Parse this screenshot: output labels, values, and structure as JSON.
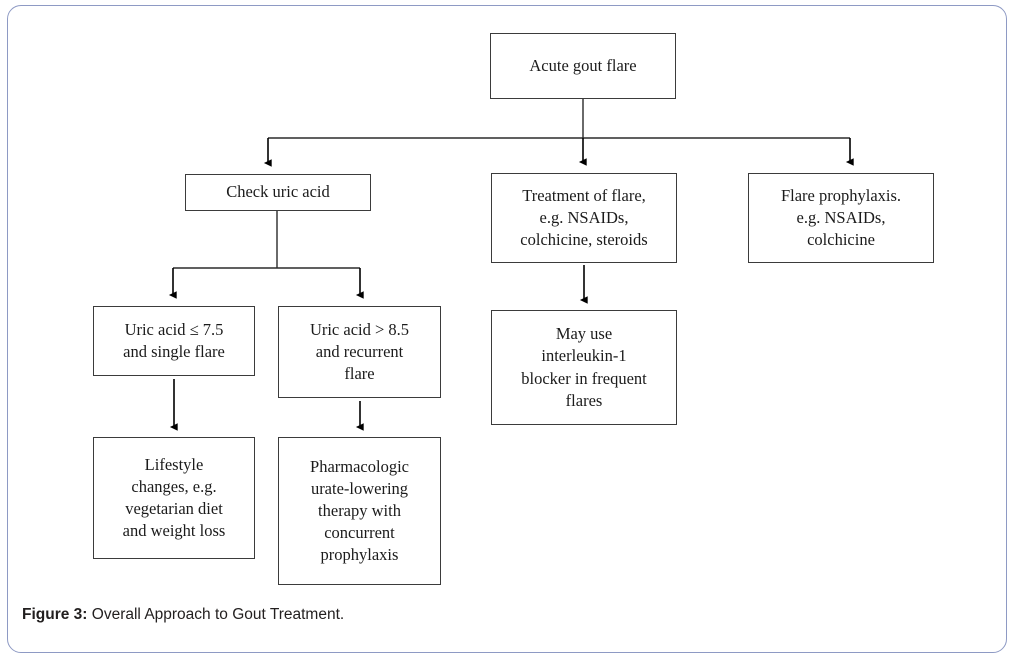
{
  "figure": {
    "caption_label": "Figure 3:",
    "caption_text": "Overall Approach to Gout Treatment.",
    "border_color": "#8e9ac4",
    "box_border_color": "#3b3b3b",
    "connector_color": "#000000"
  },
  "nodes": {
    "root": {
      "id": "acute-gout-flare",
      "lines": [
        "Acute gout flare"
      ]
    },
    "check_uric_acid": {
      "id": "check-uric-acid",
      "lines": [
        "Check uric acid"
      ]
    },
    "treatment_of_flare": {
      "id": "treatment-of-flare",
      "lines": [
        "Treatment of flare,",
        "e.g. NSAIDs,",
        "colchicine, steroids"
      ]
    },
    "flare_prophylaxis": {
      "id": "flare-prophylaxis",
      "lines": [
        "Flare prophylaxis.",
        "e.g. NSAIDs,",
        "colchicine"
      ]
    },
    "uric_acid_low": {
      "id": "uric-acid-low",
      "lines": [
        "Uric acid ≤ 7.5",
        "and single flare"
      ]
    },
    "uric_acid_high": {
      "id": "uric-acid-high",
      "lines": [
        "Uric acid > 8.5",
        "and recurrent",
        "flare"
      ]
    },
    "interleukin_blocker": {
      "id": "interleukin-1-blocker",
      "lines": [
        "May use",
        "interleukin-1",
        "blocker in frequent",
        "flares"
      ]
    },
    "lifestyle_changes": {
      "id": "lifestyle-changes",
      "lines": [
        "Lifestyle",
        "changes, e.g.",
        "vegetarian diet",
        "and weight loss"
      ]
    },
    "pharmacologic_therapy": {
      "id": "pharmacologic-urate-lowering-therapy",
      "lines": [
        "Pharmacologic",
        "urate-lowering",
        "therapy with",
        "concurrent",
        "prophylaxis"
      ]
    }
  },
  "edges": [
    {
      "from": "acute-gout-flare",
      "to": "check-uric-acid",
      "style": "split-arrow"
    },
    {
      "from": "acute-gout-flare",
      "to": "treatment-of-flare",
      "style": "split-arrow"
    },
    {
      "from": "acute-gout-flare",
      "to": "flare-prophylaxis",
      "style": "split-arrow"
    },
    {
      "from": "check-uric-acid",
      "to": "uric-acid-low",
      "style": "split-arrow"
    },
    {
      "from": "check-uric-acid",
      "to": "uric-acid-high",
      "style": "split-arrow"
    },
    {
      "from": "treatment-of-flare",
      "to": "interleukin-1-blocker",
      "style": "straight-arrow"
    },
    {
      "from": "uric-acid-low",
      "to": "lifestyle-changes",
      "style": "straight-arrow"
    },
    {
      "from": "uric-acid-high",
      "to": "pharmacologic-urate-lowering-therapy",
      "style": "straight-arrow"
    }
  ]
}
